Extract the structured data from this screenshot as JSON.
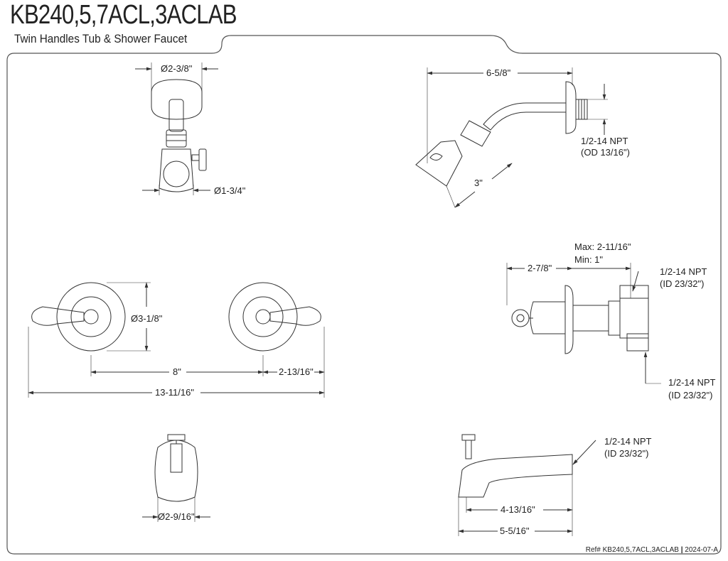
{
  "header": {
    "title": "KB240,5,7ACL,3ACLAB",
    "subtitle": "Twin Handles Tub & Shower Faucet"
  },
  "views": {
    "showerhead_front": {
      "dia_top": "Ø2-3/8\"",
      "dia_bottom": "Ø1-3/4\""
    },
    "showerhead_side": {
      "length": "6-5/8\"",
      "drop": "3\"",
      "npt_line1": "1/2-14 NPT",
      "npt_line2": "(OD 13/16\")"
    },
    "handles_front": {
      "dia": "Ø3-1/8\"",
      "center": "8\"",
      "offset": "2-13/16\"",
      "overall": "13-11/16\""
    },
    "valve_side": {
      "max": "Max: 2-11/16\"",
      "min": "Min: 1\"",
      "depth": "2-7/8\"",
      "top_npt_line1": "1/2-14 NPT",
      "top_npt_line2": "(ID 23/32\")",
      "bot_npt_line1": "1/2-14 NPT",
      "bot_npt_line2": "(ID 23/32\")"
    },
    "spout_front": {
      "dia": "Ø2-9/16\""
    },
    "spout_side": {
      "npt_line1": "1/2-14 NPT",
      "npt_line2": "(ID 23/32\")",
      "reach": "4-13/16\"",
      "overall": "5-5/16\""
    }
  },
  "footer": {
    "ref": "Ref# KB240,5,7ACL,3ACLAB",
    "separator": "|",
    "date": "2024-07-A"
  }
}
